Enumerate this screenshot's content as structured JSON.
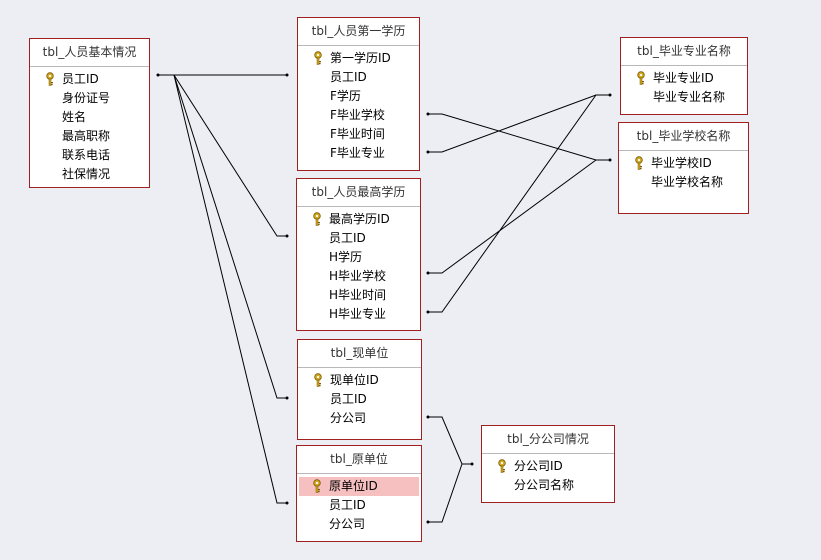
{
  "tables": [
    {
      "id": "t_basic",
      "title": "tbl_人员基本情况",
      "fields": [
        {
          "name": "员工ID",
          "pk": true
        },
        {
          "name": "身份证号"
        },
        {
          "name": "姓名"
        },
        {
          "name": "最高职称"
        },
        {
          "name": "联系电话"
        },
        {
          "name": "社保情况"
        }
      ]
    },
    {
      "id": "t_first",
      "title": "tbl_人员第一学历",
      "fields": [
        {
          "name": "第一学历ID",
          "pk": true
        },
        {
          "name": "员工ID"
        },
        {
          "name": "F学历"
        },
        {
          "name": "F毕业学校"
        },
        {
          "name": "F毕业时间"
        },
        {
          "name": "F毕业专业"
        }
      ]
    },
    {
      "id": "t_highest",
      "title": "tbl_人员最高学历",
      "fields": [
        {
          "name": "最高学历ID",
          "pk": true
        },
        {
          "name": "员工ID"
        },
        {
          "name": "H学历"
        },
        {
          "name": "H毕业学校"
        },
        {
          "name": "H毕业时间"
        },
        {
          "name": "H毕业专业"
        }
      ]
    },
    {
      "id": "t_major",
      "title": "tbl_毕业专业名称",
      "fields": [
        {
          "name": "毕业专业ID",
          "pk": true
        },
        {
          "name": "毕业专业名称"
        }
      ]
    },
    {
      "id": "t_school",
      "title": "tbl_毕业学校名称",
      "fields": [
        {
          "name": "毕业学校ID",
          "pk": true
        },
        {
          "name": "毕业学校名称"
        }
      ]
    },
    {
      "id": "t_cur",
      "title": "tbl_现单位",
      "fields": [
        {
          "name": "现单位ID",
          "pk": true
        },
        {
          "name": "员工ID"
        },
        {
          "name": "分公司"
        }
      ]
    },
    {
      "id": "t_orig",
      "title": "tbl_原单位",
      "fields": [
        {
          "name": "原单位ID",
          "pk": true,
          "selected": true
        },
        {
          "name": "员工ID"
        },
        {
          "name": "分公司"
        }
      ]
    },
    {
      "id": "t_branch",
      "title": "tbl_分公司情况",
      "fields": [
        {
          "name": "分公司ID",
          "pk": true
        },
        {
          "name": "分公司名称"
        }
      ]
    }
  ],
  "colors": {
    "border": "#a02020",
    "key": "#d4a820",
    "selected": "#f6c0c0",
    "line": "#000000"
  }
}
